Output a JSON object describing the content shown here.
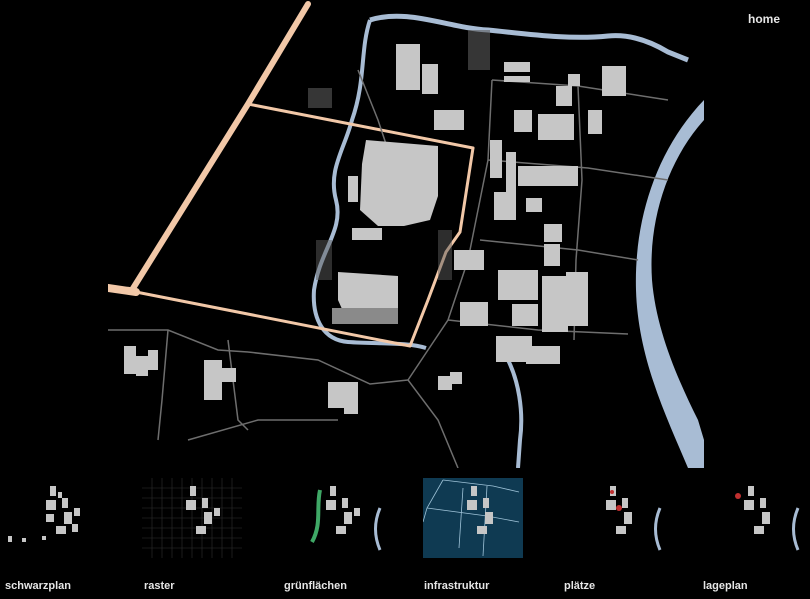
{
  "nav": {
    "home_label": "home"
  },
  "colors": {
    "background": "#000000",
    "river": "#a8bcd4",
    "building": "#c6c6c6",
    "road": "#6e6e6e",
    "boundary": "#f2c8a8",
    "infra_bg": "#0f3a52",
    "green": "#3fa866",
    "highlight": "#c03030"
  },
  "thumbnails": [
    {
      "label": "schwarzplan",
      "variant": "black-plan"
    },
    {
      "label": "raster",
      "variant": "grid"
    },
    {
      "label": "grünflächen",
      "variant": "green-areas"
    },
    {
      "label": "infrastruktur",
      "variant": "infrastructure"
    },
    {
      "label": "plätze",
      "variant": "squares"
    },
    {
      "label": "lageplan",
      "variant": "site-plan"
    }
  ]
}
